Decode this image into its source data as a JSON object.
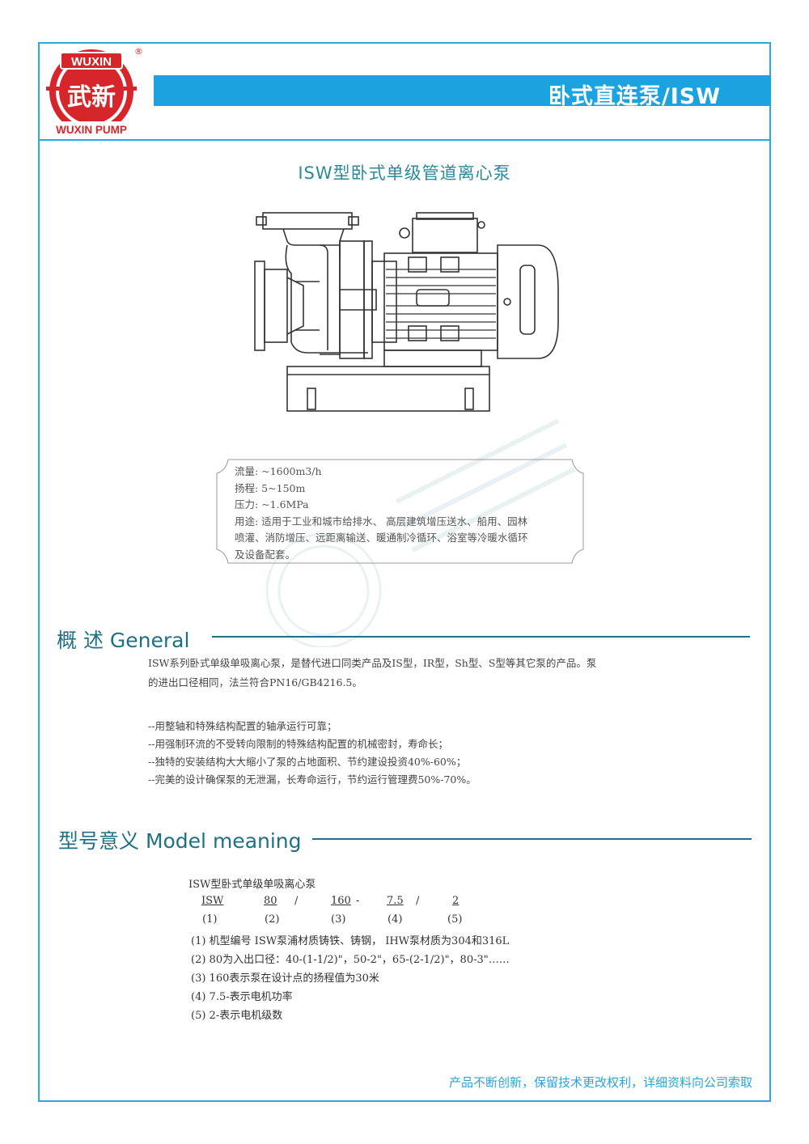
{
  "logo": {
    "top_text": "WUXIN",
    "chinese": "武新",
    "bottom_text": "WUXIN PUMP",
    "registered": "®"
  },
  "header": {
    "title": "卧式直连泵/ISW"
  },
  "product": {
    "title": "ISW型卧式单级管道离心泵"
  },
  "specs": [
    "流量:  ~1600m3/h",
    "扬程:  5~150m",
    "压力:  ~1.6MPa",
    "用途: 适用于工业和城市给排水、 高层建筑增压送水、船用、园林",
    "喷灌、消防增压、远距离输送、暖通制冷循环、浴室等冷暖水循环",
    "及设备配套。"
  ],
  "overview": {
    "title": "概 述 General",
    "para1_line1": "ISW系列卧式单级单吸离心泵，是替代进口同类产品及IS型，IR型，Sh型、S型等其它泵的产品。泵",
    "para1_line2": "的进出口径相同，法兰符合PN16/GB4216.5。",
    "bullets": [
      "--用整轴和特殊结构配置的轴承运行可靠；",
      "--用强制环流的不受转向限制的特殊结构配置的机械密封，寿命长；",
      "--独特的安装结构大大缩小了泵的占地面积、节约建设投资40%-60%；",
      "--完美的设计确保泵的无泄漏，长寿命运行，节约运行管理费50%-70%。"
    ]
  },
  "model": {
    "title": "型号意义 Model meaning",
    "heading": "ISW型卧式单级单吸离心泵",
    "parts": [
      "ISW",
      "80",
      "160",
      "7.5",
      "2"
    ],
    "separators": [
      "/",
      "/",
      "-",
      "/"
    ],
    "indices": [
      "(1)",
      "(2)",
      "(3)",
      "(4)",
      "(5)"
    ],
    "explanations": [
      "(1) 机型编号  ISW泵浦材质铸铁、铸钢， IHW泵材质为304和316L",
      "(2) 80为入出口径：40-(1-1/2)\"，50-2\"，65-(2-1/2)\"，80-3\"……",
      "(3) 160表示泵在设计点的扬程值为30米",
      "(4) 7.5-表示电机功率",
      "(5) 2-表示电机级数"
    ]
  },
  "footer": {
    "text": "产品不断创新，保留技术更改权利，详细资料向公司索取"
  },
  "colors": {
    "accent": "#1ba3e0",
    "brand_red": "#d7262b",
    "heading": "#1f6f85",
    "footer": "#2aa3d8"
  }
}
